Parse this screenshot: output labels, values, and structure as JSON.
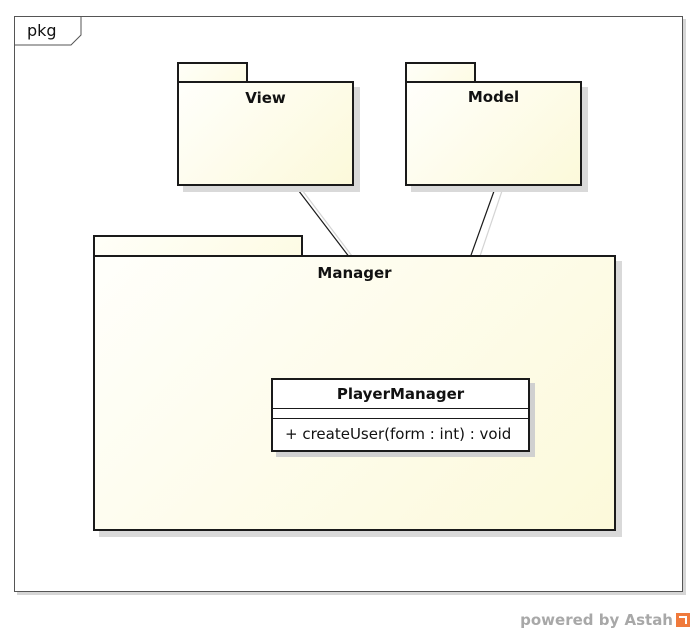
{
  "frame": {
    "label": "pkg"
  },
  "packages": {
    "view": {
      "name": "View"
    },
    "model": {
      "name": "Model"
    },
    "manager": {
      "name": "Manager"
    }
  },
  "class": {
    "name": "PlayerManager",
    "operations": [
      "+ createUser(form : int) : void"
    ]
  },
  "footer": {
    "text": "powered by Astah"
  },
  "colors": {
    "package_fill": "#fcf9da",
    "border": "#1a1a1a",
    "shadow": "#d9d9d9",
    "brand": "#f07a3c"
  },
  "icons": [
    "astah-logo-icon"
  ]
}
